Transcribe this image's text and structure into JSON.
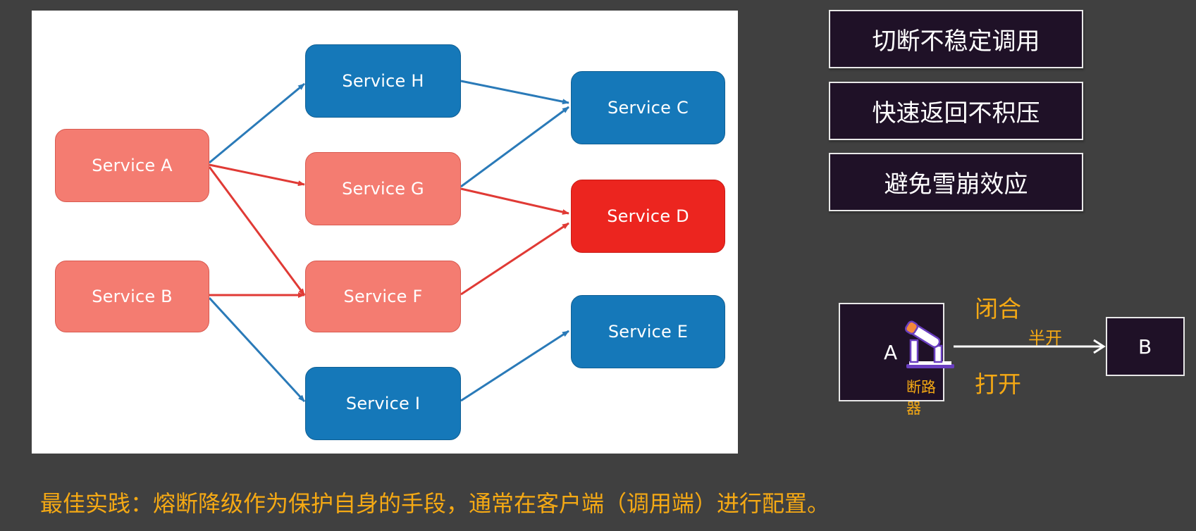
{
  "services": {
    "a": "Service A",
    "b": "Service B",
    "c": "Service C",
    "d": "Service D",
    "e": "Service E",
    "f": "Service F",
    "g": "Service G",
    "h": "Service H",
    "i": "Service I"
  },
  "features": [
    "切断不稳定调用",
    "快速返回不积压",
    "避免雪崩效应"
  ],
  "circuit_breaker": {
    "node_a": "A",
    "node_b": "B",
    "breaker_label": "断路器",
    "state_closed": "闭合",
    "state_half_open": "半开",
    "state_open": "打开"
  },
  "footer": "最佳实践：熔断降级作为保护自身的手段，通常在客户端（调用端）进行配置。",
  "colors": {
    "background": "#404040",
    "healthy_service": "#1578b9",
    "affected_service": "#f47c71",
    "failed_service": "#ec251f",
    "healthy_arrow": "#2a7ab8",
    "affected_arrow": "#e03a35",
    "accent_text": "#f5a914",
    "box_fill": "#1f1127"
  }
}
